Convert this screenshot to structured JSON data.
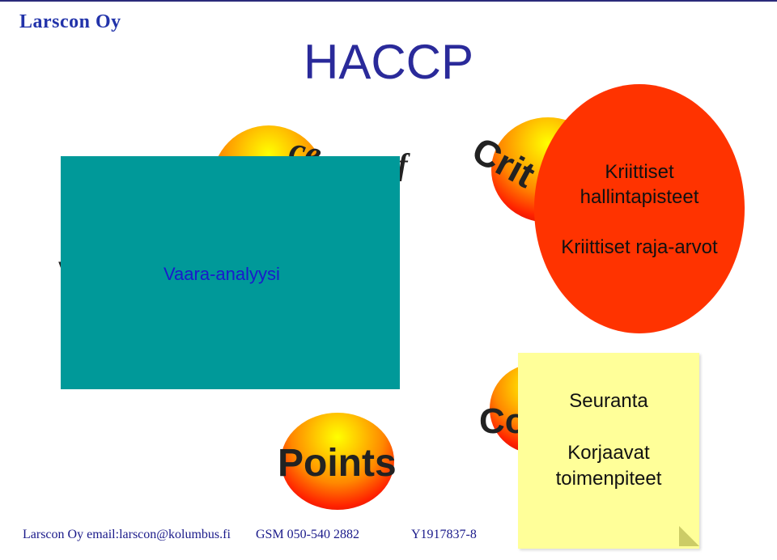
{
  "logo": "Larscon Oy",
  "title": "HACCP",
  "orb_words": {
    "fragment_ce": "ce",
    "of": "of",
    "fragment_crit": "Crit",
    "fragment_v": "V",
    "points": "Points",
    "fragment_co": "Co"
  },
  "overlays": {
    "teal_label": "Vaara-analyysi",
    "red_line1": "Kriittiset",
    "red_line2": "hallintapisteet",
    "red_line3": "Kriittiset raja-arvot",
    "note_line1": "Seuranta",
    "note_line2": "Korjaavat",
    "note_line3": "toimenpiteet"
  },
  "footer": {
    "contact": "Larscon Oy email:larscon@kolumbus.fi",
    "phone": "GSM 050-540 2882",
    "business_id": "Y1917837-8"
  },
  "colors": {
    "title": "#2a2a9a",
    "teal_panel": "#009999",
    "red_ellipse": "#ff3300",
    "note": "#ffff99",
    "footer_text": "#1a1a8a"
  }
}
